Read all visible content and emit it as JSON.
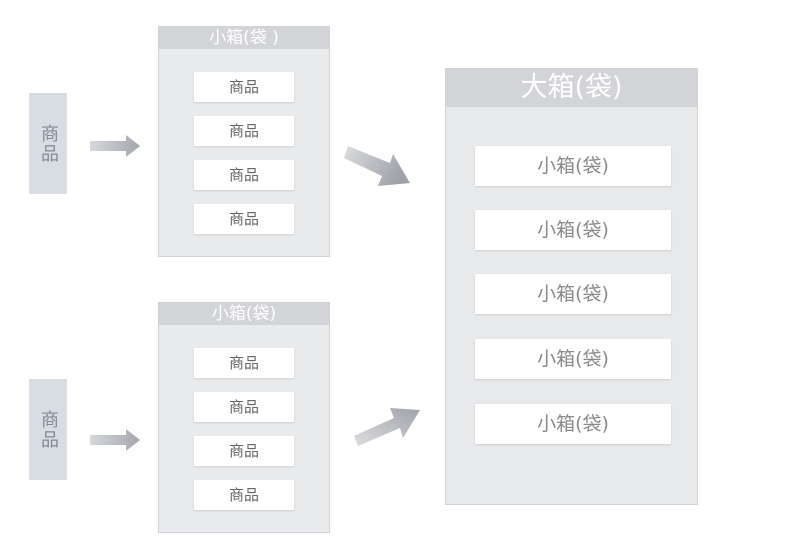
{
  "colors": {
    "arrow": "#a9acb2",
    "header_bg": "#d3d4d7",
    "box_bg": "#e9eaec",
    "tag_bg": "#d8dde3"
  },
  "products": [
    {
      "label": "商品"
    },
    {
      "label": "商品"
    }
  ],
  "small_boxes": [
    {
      "title": "小箱(袋 )",
      "items": [
        "商品",
        "商品",
        "商品",
        "商品"
      ]
    },
    {
      "title": "小箱(袋)",
      "items": [
        "商品",
        "商品",
        "商品",
        "商品"
      ]
    }
  ],
  "big_box": {
    "title": "大箱(袋)",
    "items": [
      "小箱(袋)",
      "小箱(袋)",
      "小箱(袋)",
      "小箱(袋)",
      "小箱(袋)"
    ]
  }
}
